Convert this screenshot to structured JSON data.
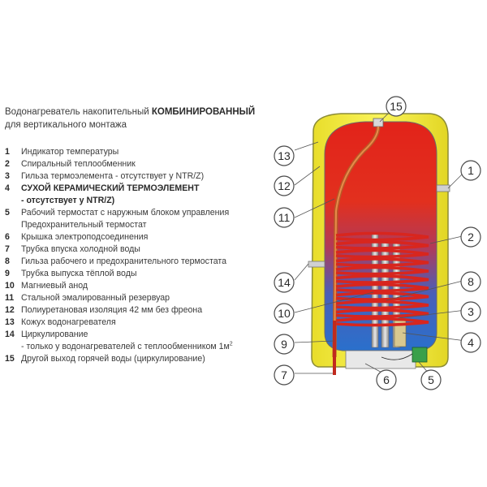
{
  "title": {
    "line1_prefix": "Водонагреватель накопительный ",
    "line1_bold": "КОМБИНИРОВАННЫЙ",
    "line2": "для вертикального монтажа"
  },
  "legend": [
    {
      "num": "1",
      "text": "Индикатор температуры"
    },
    {
      "num": "2",
      "text": "Спиральный теплообменник"
    },
    {
      "num": "3",
      "text": "Гильза термоэлемента - отсутствует у NTR/Z)"
    },
    {
      "num": "4",
      "text": "СУХОЙ КЕРАМИЧЕСКИЙ ТЕРМОЭЛЕМЕНТ",
      "bold": true
    },
    {
      "num": "",
      "text": "- отсутствует у NTR/Z)",
      "bold": true,
      "cont": true
    },
    {
      "num": "5",
      "text": "Рабочий термостат с наружным блоком управления"
    },
    {
      "num": "",
      "text": "Предохранительный термостат",
      "cont": true
    },
    {
      "num": "6",
      "text": "Крышка электроподсоединения"
    },
    {
      "num": "7",
      "text": "Трубка впуска холодной воды"
    },
    {
      "num": "8",
      "text": "Гильза рабочего и предохранительного термостата"
    },
    {
      "num": "9",
      "text": "Трубка выпуска тёплой воды"
    },
    {
      "num": "10",
      "text": "Магниевый анод"
    },
    {
      "num": "11",
      "text": "Стальной эмалированный резервуар"
    },
    {
      "num": "12",
      "text": "Полиуретановая изоляция 42 мм без фреона"
    },
    {
      "num": "13",
      "text": "Кожух водонагревателя"
    },
    {
      "num": "14",
      "text": "Циркулирование"
    },
    {
      "num": "",
      "text": "- только у водонагревателей с теплообменником 1м",
      "sup": "2",
      "cont": true
    },
    {
      "num": "15",
      "text": "Другой выход горячей воды (циркулирование)"
    }
  ],
  "callouts": [
    "1",
    "2",
    "3",
    "4",
    "5",
    "6",
    "7",
    "8",
    "9",
    "10",
    "11",
    "12",
    "13",
    "14",
    "15"
  ],
  "colors": {
    "shell": "#f2ea3a",
    "shell_edge": "#9a9a3a",
    "hot": "#e8231a",
    "cold": "#2a6ec8",
    "coil": "#d8261e",
    "pipe": "#c8642a"
  }
}
